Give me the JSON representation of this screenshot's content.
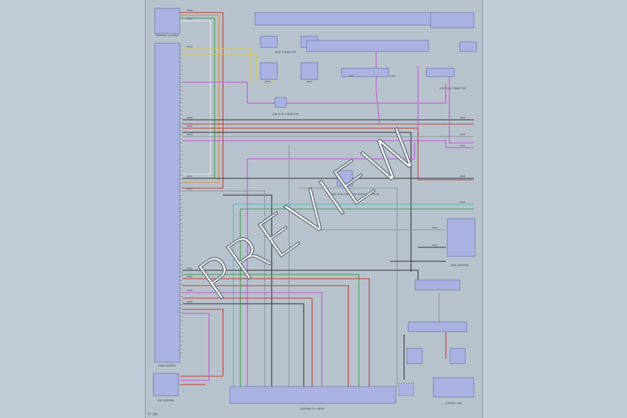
{
  "watermark": {
    "text": "PREVIEW"
  },
  "page_code": "HP 008",
  "colors": {
    "page_bg": "#bfcbd6",
    "sheet_bg": "#b7c2cc",
    "component_fill": "#a9b2e0",
    "component_stroke": "#6f79b5",
    "wire_red": "#c0392b",
    "wire_magenta": "#c14fd6",
    "wire_yellow": "#d9c84a",
    "wire_green": "#3c9a4b",
    "wire_cyan": "#3fc0c4",
    "wire_black": "#2b2b2b",
    "wire_white": "#e6e9ee",
    "wire_orange": "#d98c3b",
    "wire_gray": "#8d949c"
  },
  "components": {
    "ecu_left": {
      "label": "MAIN ASSEMBLY",
      "top_label": "TRANSFER ASSEMBLY"
    },
    "connector_top_left": {
      "label": "JUNCTION CONNECTOR"
    },
    "connector_top_mid": {
      "label": "JOINT CONNECTOR"
    },
    "connector_top_right": {
      "label": "JUNCTION CONNECTOR"
    },
    "relay_mid": {
      "label": "JUNCTION CONNECTOR (WITHOUT OPTION)"
    },
    "module_right": {
      "label": "MAIN ASSEMBLY"
    },
    "bottom_bus": {
      "label": "ASSEMBLY ECU (BCM)"
    },
    "bottom_left": {
      "label": "SUB ASSEMBLY"
    },
    "bottom_right": {
      "label": "CONTROL UNIT"
    }
  }
}
